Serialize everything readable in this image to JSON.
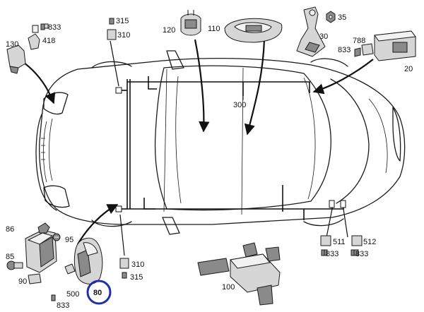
{
  "labels": {
    "l833a": "833",
    "l418": "418",
    "l130": "130",
    "l315a": "315",
    "l310a": "310",
    "l120": "120",
    "l110": "110",
    "l35": "35",
    "l30": "30",
    "l788": "788",
    "l833b": "833",
    "l20": "20",
    "l300": "300",
    "l86": "86",
    "l95": "95",
    "l85": "85",
    "l90": "90",
    "l500": "500",
    "l833c": "833",
    "l80": "80",
    "l310b": "310",
    "l315b": "315",
    "l100": "100",
    "l511": "511",
    "l833d": "833",
    "l512": "512",
    "l833e": "833"
  },
  "colors": {
    "line": "#1a1a1a",
    "part_fill": "#d6d6d6",
    "highlight_circle": "#1f2fa8"
  }
}
